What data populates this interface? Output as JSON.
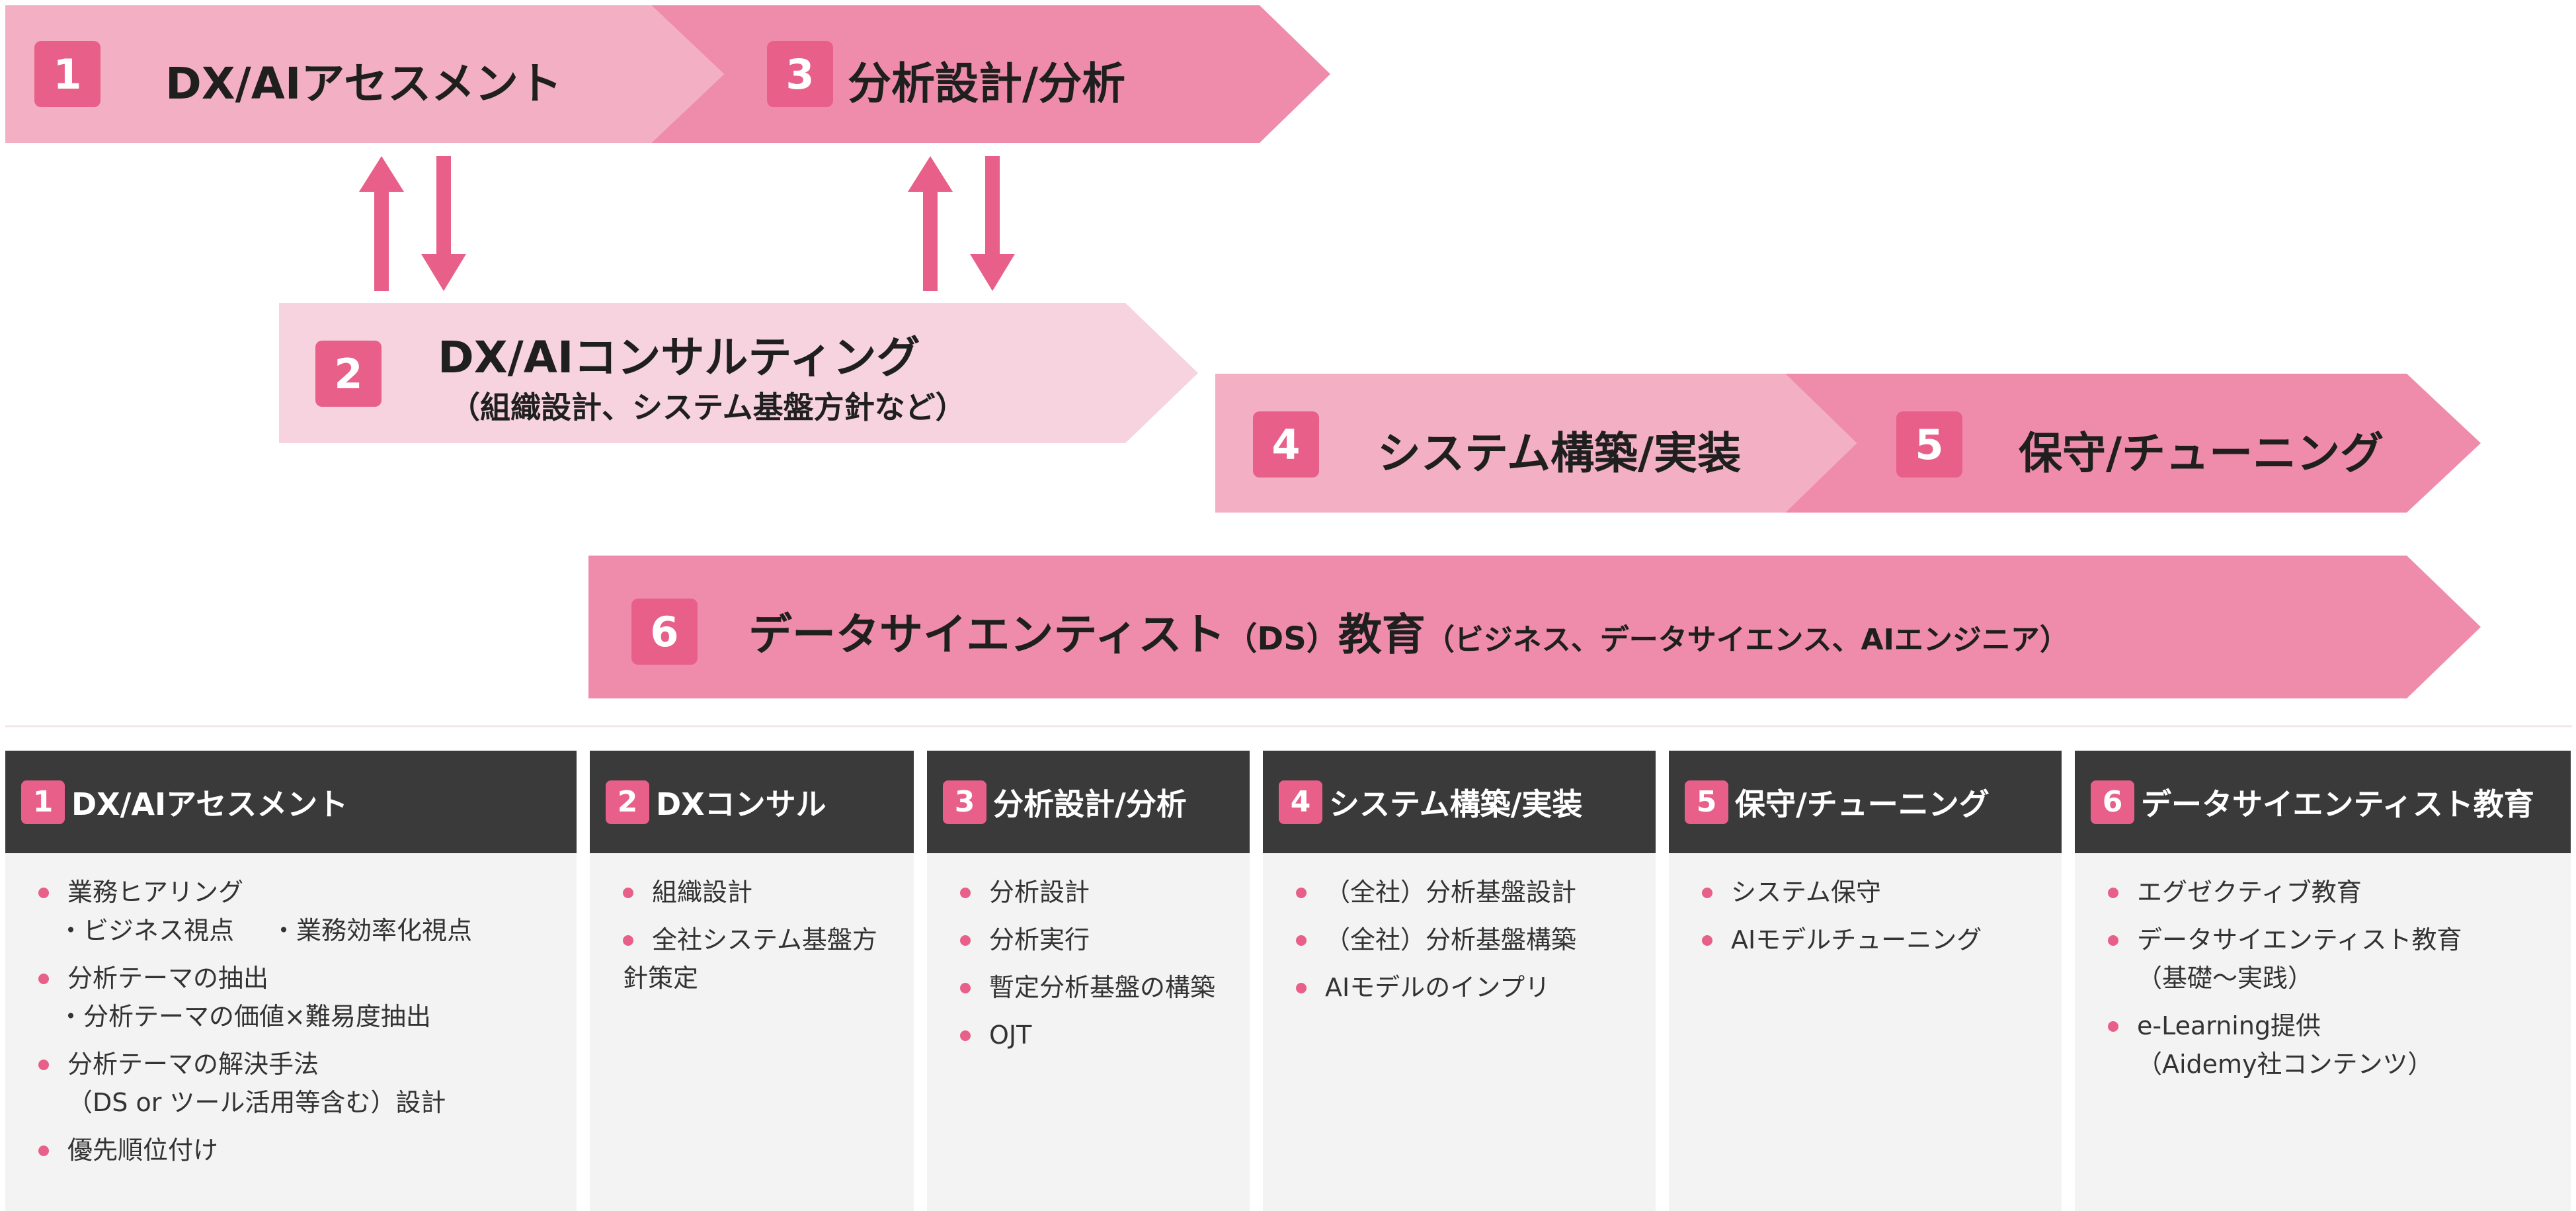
{
  "colors": {
    "arrow_light": "#f3b0c5",
    "arrow_mid": "#ef8cac",
    "arrow_pale": "#f6d3df",
    "badge": "#e8608a",
    "panel_header": "#3a3a3a",
    "panel_body": "#f3f3f3"
  },
  "flow": {
    "step1": {
      "num": "1",
      "title": "DX/AIアセスメント"
    },
    "step2": {
      "num": "2",
      "title": "DX/AIコンサルティング",
      "subtitle": "（組織設計、システム基盤方針など）"
    },
    "step3": {
      "num": "3",
      "title": "分析設計/分析"
    },
    "step4": {
      "num": "4",
      "title": "システム構築/実装"
    },
    "step5": {
      "num": "5",
      "title": "保守/チューニング"
    },
    "step6": {
      "num": "6",
      "title": "データサイエンティスト",
      "title_paren": "（DS）",
      "title_tail": "教育",
      "subtitle": "（ビジネス、データサイエンス、AIエンジニア）"
    }
  },
  "panels": {
    "p1": {
      "num": "1",
      "title": "DX/AIアセスメント",
      "items": [
        "業務ヒアリング",
        "・ビジネス視点",
        "・業務効率化視点",
        "分析テーマの抽出",
        "・分析テーマの価値×難易度抽出",
        "分析テーマの解決手法",
        "（DS or ツール活用等含む）設計",
        "優先順位付け"
      ]
    },
    "p2": {
      "num": "2",
      "title": "DXコンサル",
      "items": [
        "組織設計",
        "全社システム基盤方",
        "針策定"
      ]
    },
    "p3": {
      "num": "3",
      "title": "分析設計/分析",
      "items": [
        "分析設計",
        "分析実行",
        "暫定分析基盤の構築",
        "OJT"
      ]
    },
    "p4": {
      "num": "4",
      "title": "システム構築/実装",
      "items": [
        "（全社）分析基盤設計",
        "（全社）分析基盤構築",
        "AIモデルのインプリ"
      ]
    },
    "p5": {
      "num": "5",
      "title": "保守/チューニング",
      "items": [
        "システム保守",
        "AIモデルチューニング"
      ]
    },
    "p6": {
      "num": "6",
      "title": "データサイエンティスト教育",
      "items": [
        "エグゼクティブ教育",
        "データサイエンティスト教育",
        "（基礎〜実践）",
        "e-Learning提供",
        "（Aidemy社コンテンツ）"
      ]
    }
  }
}
